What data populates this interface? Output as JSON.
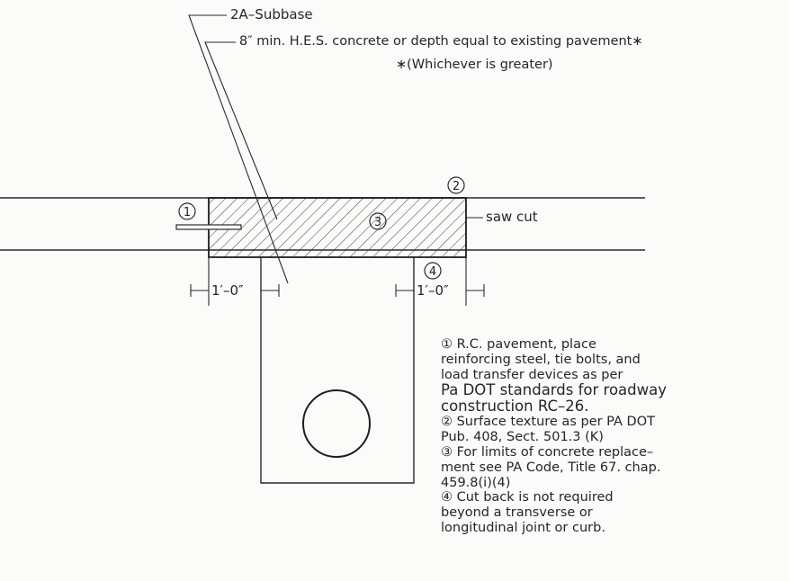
{
  "callouts": {
    "subbase": "2A–Subbase",
    "concrete": "8″  min.  H.E.S.  concrete  or  depth  equal  to  existing  pavement∗",
    "whichever": "∗(Whichever  is  greater)",
    "saw_cut": "saw  cut"
  },
  "markers": {
    "m1": "①",
    "m2": "②",
    "m3": "③",
    "m4": "④"
  },
  "dimensions": {
    "left": "1′–0″",
    "right": "1′–0″"
  },
  "notes": [
    {
      "text": "①  R.C.  pavement,  place",
      "large": false
    },
    {
      "text": "reinforcing  steel,  tie  bolts,  and",
      "large": false
    },
    {
      "text": "load  transfer  devices  as  per",
      "large": false
    },
    {
      "text": "Pa  DOT  standards  for  roadway",
      "large": true
    },
    {
      "text": "construction  RC–26.",
      "large": true
    },
    {
      "text": "②  Surface  texture  as  per  PA  DOT",
      "large": false
    },
    {
      "text": "Pub.  408,  Sect.  501.3  (K)",
      "large": false
    },
    {
      "text": "③  For  limits  of  concrete  replace–",
      "large": false
    },
    {
      "text": "ment  see  PA  Code,  Title  67.  chap.",
      "large": false
    },
    {
      "text": "459.8(i)(4)",
      "large": false
    },
    {
      "text": "④  Cut  back  is  not  required",
      "large": false
    },
    {
      "text": "beyond  a  transverse  or",
      "large": false
    },
    {
      "text": "longitudinal  joint  or  curb.",
      "large": false
    }
  ]
}
